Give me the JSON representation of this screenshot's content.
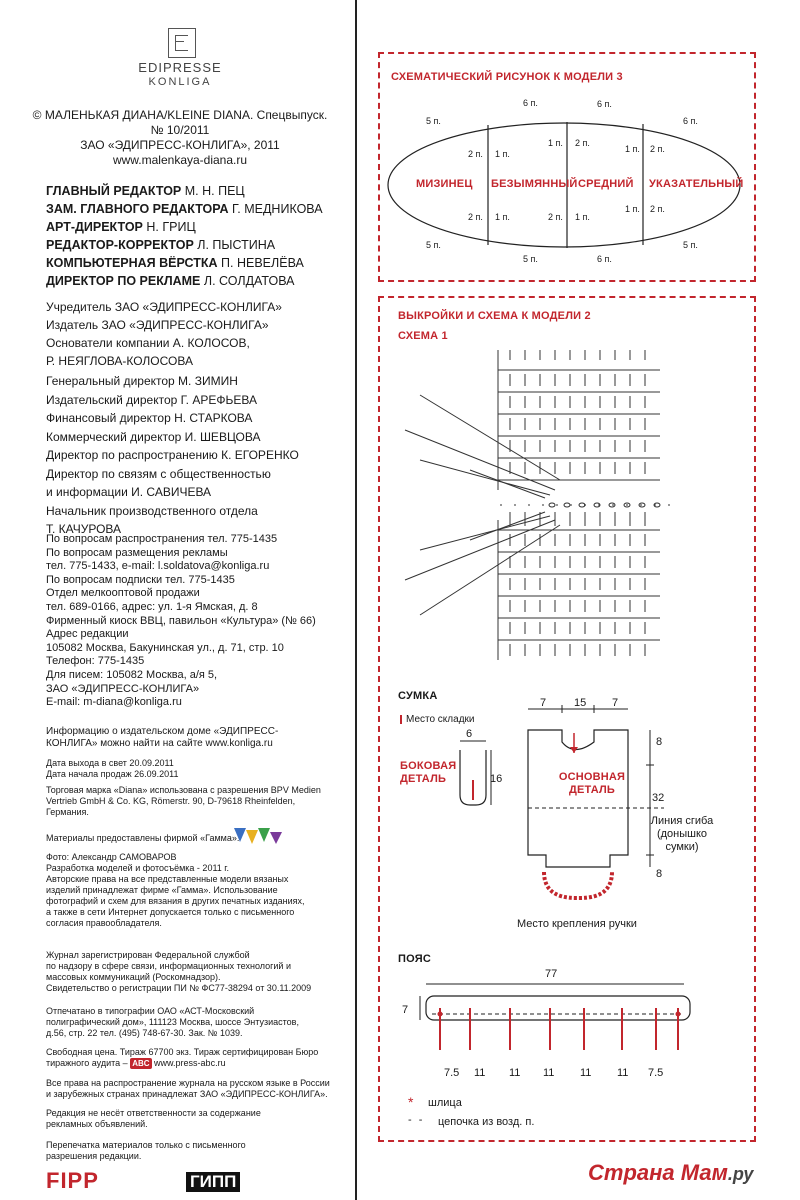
{
  "left": {
    "brand_top": "EDIPRESSE",
    "brand_bottom": "KONLIGA",
    "copyright": [
      "© МАЛЕНЬКАЯ ДИАНА/KLEINE DIANA. Спецвыпуск.",
      "№ 10/2011",
      "ЗАО «ЭДИПРЕСС-КОНЛИГА», 2011",
      "www.malenkaya-diana.ru"
    ],
    "staff": [
      {
        "role": "ГЛАВНЫЙ РЕДАКТОР",
        "name": "М. Н. ПЕЦ"
      },
      {
        "role": "ЗАМ. ГЛАВНОГО РЕДАКТОРА",
        "name": "Г. МЕДНИКОВА"
      },
      {
        "role": "АРТ-ДИРЕКТОР",
        "name": "Н. ГРИЦ"
      },
      {
        "role": "РЕДАКТОР-КОРРЕКТОР",
        "name": "Л. ПЫСТИНА"
      },
      {
        "role": "КОМПЬЮТЕРНАЯ ВЁРСТКА",
        "name": "П. НЕВЕЛЁВА"
      },
      {
        "role": "ДИРЕКТОР ПО РЕКЛАМЕ",
        "name": "Л. СОЛДАТОВА"
      }
    ],
    "company": [
      "Учредитель ЗАО «ЭДИПРЕСС-КОНЛИГА»",
      "Издатель ЗАО «ЭДИПРЕСС-КОНЛИГА»",
      "Основатели компании А. КОЛОСОВ,",
      "Р. НЕЯГЛОВА-КОЛОСОВА"
    ],
    "directors": [
      "Генеральный директор М. ЗИМИН",
      "Издательский директор Г. АРЕФЬЕВА",
      "Финансовый директор Н. СТАРКОВА",
      "Коммерческий директор И. ШЕВЦОВА",
      "Директор по распространению К. ЕГОРЕНКО",
      "Директор по связям с общественностью",
      "и информации И. САВИЧЕВА",
      "Начальник производственного отдела",
      "Т. КАЧУРОВА"
    ],
    "contacts": [
      "По вопросам распространения тел. 775-1435",
      "По вопросам размещения рекламы",
      "тел. 775-1433, e-mail: l.soldatova@konliga.ru",
      "По вопросам подписки тел. 775-1435",
      "Отдел мелкооптовой продажи",
      "тел. 689-0166, адрес: ул. 1-я Ямская, д. 8",
      "Фирменный киоск ВВЦ, павильон «Культура» (№ 66)",
      "Адрес редакции",
      "105082 Москва, Бакунинская ул., д. 71, стр. 10",
      "Телефон: 775-1435",
      "Для писем: 105082 Москва, а/я 5,",
      "ЗАО «ЭДИПРЕСС-КОНЛИГА»",
      "E-mail: m-diana@konliga.ru"
    ],
    "info_site": [
      "Информацию о издательском доме «ЭДИПРЕСС-",
      "КОНЛИГА» можно найти на сайте www.konliga.ru"
    ],
    "dates": [
      "Дата выхода в свет 20.09.2011",
      "Дата начала продаж 26.09.2011"
    ],
    "trademark": [
      "Торговая марка «Diana» использована с разрешения BPV Medien",
      "Vertrieb GmbH & Co. KG, Römerstr. 90, D-79618 Rheinfelden,",
      "Германия."
    ],
    "materials": "Материалы предоставлены фирмой «Гамма».",
    "photo": [
      "Фото: Александр САМОВАРОВ",
      "Разработка моделей и фотосъёмка - 2011 г.",
      "Авторские права на все представленные модели вязаных",
      "изделий принадлежат фирме «Гамма». Использование",
      "фотографий и схем для вязания в других печатных изданиях,",
      "а также в сети Интернет допускается только с письменного",
      "согласия правообладателя."
    ],
    "registration": [
      "Журнал зарегистрирован Федеральной службой",
      "по надзору в сфере связи, информационных технологий и",
      "массовых коммуникаций (Роскомнадзор).",
      "Свидетельство о регистрации ПИ № ФС77-38294 от 30.11.2009"
    ],
    "printing": [
      "Отпечатано в типографии ОАО «АСТ-Московский",
      "полиграфический дом», 111123 Москва, шоссе Энтузиастов,",
      "д.56, стр. 22 тел. (495) 748-67-30. Зак. № 1039."
    ],
    "price": [
      "Свободная цена. Тираж 67700 экз. Тираж сертифицирован Бюро",
      "тиражного аудита –"
    ],
    "price_url": "www.press-abc.ru",
    "abc": "ABC",
    "rights": [
      "Все права на распространение журнала на русском языке в России",
      "и зарубежных странах принадлежат ЗАО «ЭДИПРЕСС-КОНЛИГА»."
    ],
    "disclaimer": [
      "Редакция не несёт ответственности за содержание",
      "рекламных объявлений."
    ],
    "reprint": [
      "Перепечатка материалов только с письменного",
      "разрешения редакции."
    ],
    "fipp": "FIPP",
    "gipp": "ГИПП"
  },
  "right": {
    "box1_title": "СХЕМАТИЧЕСКИЙ РИСУНОК К МОДЕЛИ 3",
    "fingers": [
      "МИЗИНЕЦ",
      "БЕЗЫМЯННЫЙ",
      "СРЕДНИЙ",
      "УКАЗАТЕЛЬНЫЙ"
    ],
    "p5": "5 п.",
    "p6": "6 п.",
    "p2": "2 п.",
    "p1": "1 п.",
    "box2_title": "ВЫКРОЙКИ И СХЕМА К МОДЕЛИ 2",
    "scheme1": "СХЕМА 1",
    "bag": {
      "title": "СУМКА",
      "fold_place": "Место складки",
      "side_label": [
        "БОКОВАЯ",
        "ДЕТАЛЬ"
      ],
      "side_w": "6",
      "side_h": "16",
      "main_label": [
        "ОСНОВНАЯ",
        "ДЕТАЛЬ"
      ],
      "top_dims": [
        "7",
        "15",
        "7"
      ],
      "right_dims": [
        "8",
        "32",
        "8"
      ],
      "fold_line": [
        "Линия сгиба",
        "(донышко",
        "сумки)"
      ],
      "handle": "Место крепления ручки"
    },
    "belt": {
      "title": "ПОЯС",
      "length": "77",
      "height": "7",
      "segments": [
        "7.5",
        "11",
        "11",
        "11",
        "11",
        "11",
        "7.5"
      ],
      "legend_slit": "шлица",
      "legend_chain": "цепочка из возд. п."
    },
    "watermark": "Страна Мам",
    "watermark_suffix": ".ру"
  },
  "colors": {
    "accent": "#c2262d",
    "text": "#1a1a1a"
  }
}
